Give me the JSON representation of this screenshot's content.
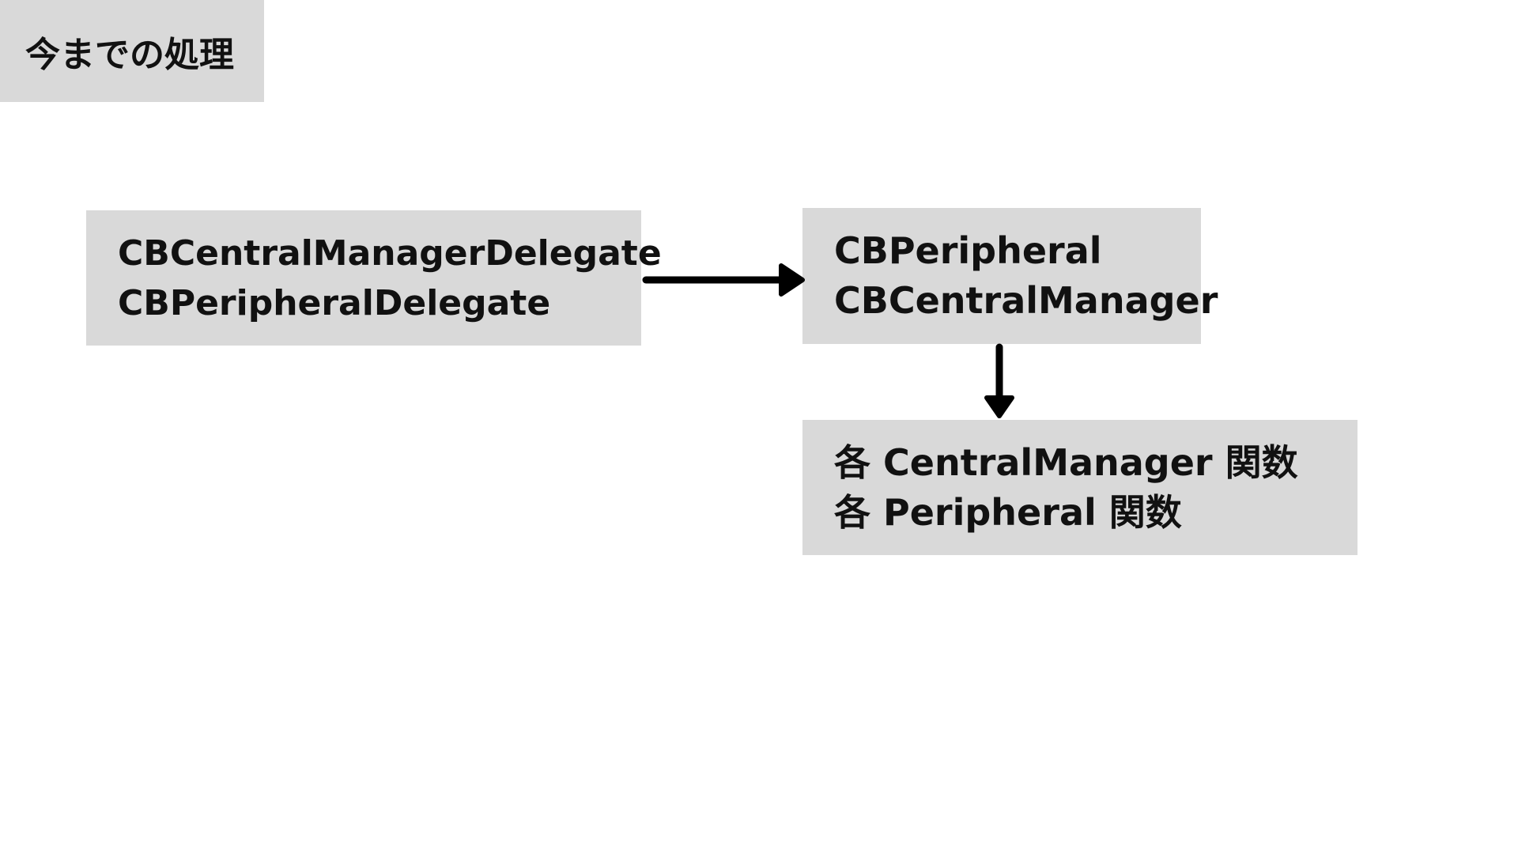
{
  "title": "今までの処理",
  "nodes": {
    "delegates": {
      "line1": "CBCentralManagerDelegate",
      "line2": "CBPeripheralDelegate"
    },
    "core": {
      "line1": "CBPeripheral",
      "line2": "CBCentralManager"
    },
    "functions": {
      "line1": "各 CentralManager 関数",
      "line2": "各 Peripheral 関数"
    }
  },
  "colors": {
    "box_fill": "#d9d9d9",
    "arrow": "#000000",
    "text": "#111111",
    "background": "#ffffff"
  }
}
